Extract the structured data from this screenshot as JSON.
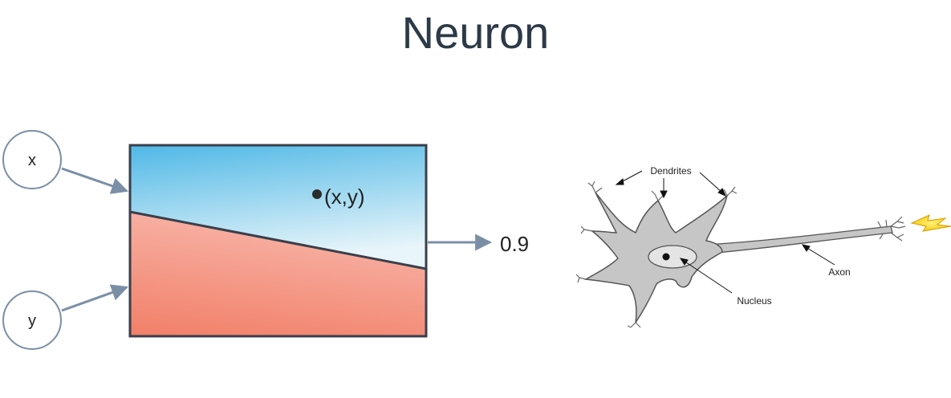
{
  "title": "Neuron",
  "model": {
    "inputs": [
      {
        "label": "x"
      },
      {
        "label": "y"
      }
    ],
    "point_label": "(x,y)",
    "output_value": "0.9",
    "colors": {
      "upper_region_top": "#4fb8e6",
      "upper_region_bottom": "#e8f5fa",
      "lower_region_top": "#f8b3a6",
      "lower_region_bottom": "#f17f68",
      "arrow": "#7a8fa6",
      "border": "#3a3f4a"
    }
  },
  "neuron_diagram": {
    "labels": {
      "dendrites": "Dendrites",
      "nucleus": "Nucleus",
      "axon": "Axon"
    },
    "colors": {
      "cell_body": "#c6c6c6",
      "outline": "#555555",
      "spark": "#f5c400"
    }
  }
}
